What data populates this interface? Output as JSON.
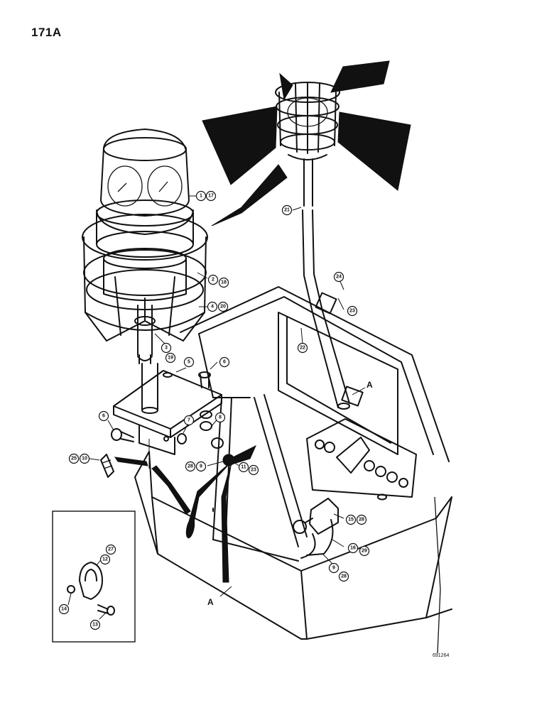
{
  "page": {
    "number": "171A",
    "figure_code": "691264"
  },
  "view_labels": {
    "upper": "A",
    "lower": "A"
  },
  "callouts": {
    "c1": "1",
    "c17": "17",
    "c2": "2",
    "c18": "18",
    "c4": "4",
    "c20": "20",
    "c3": "3",
    "c19": "19",
    "c5": "5",
    "c6a": "6",
    "c6b": "6",
    "c7": "7",
    "c8": "8",
    "c25": "25",
    "c10": "10",
    "c28a": "28",
    "c9a": "9",
    "c11": "11",
    "c23a": "23",
    "c21": "21",
    "c24": "24",
    "c23b": "23",
    "c22": "22",
    "c15": "15",
    "c28b": "28",
    "c16": "16",
    "c29": "29",
    "c9b": "9",
    "c28c": "28",
    "c27": "27",
    "c12": "12",
    "c14": "14",
    "c13": "13"
  }
}
